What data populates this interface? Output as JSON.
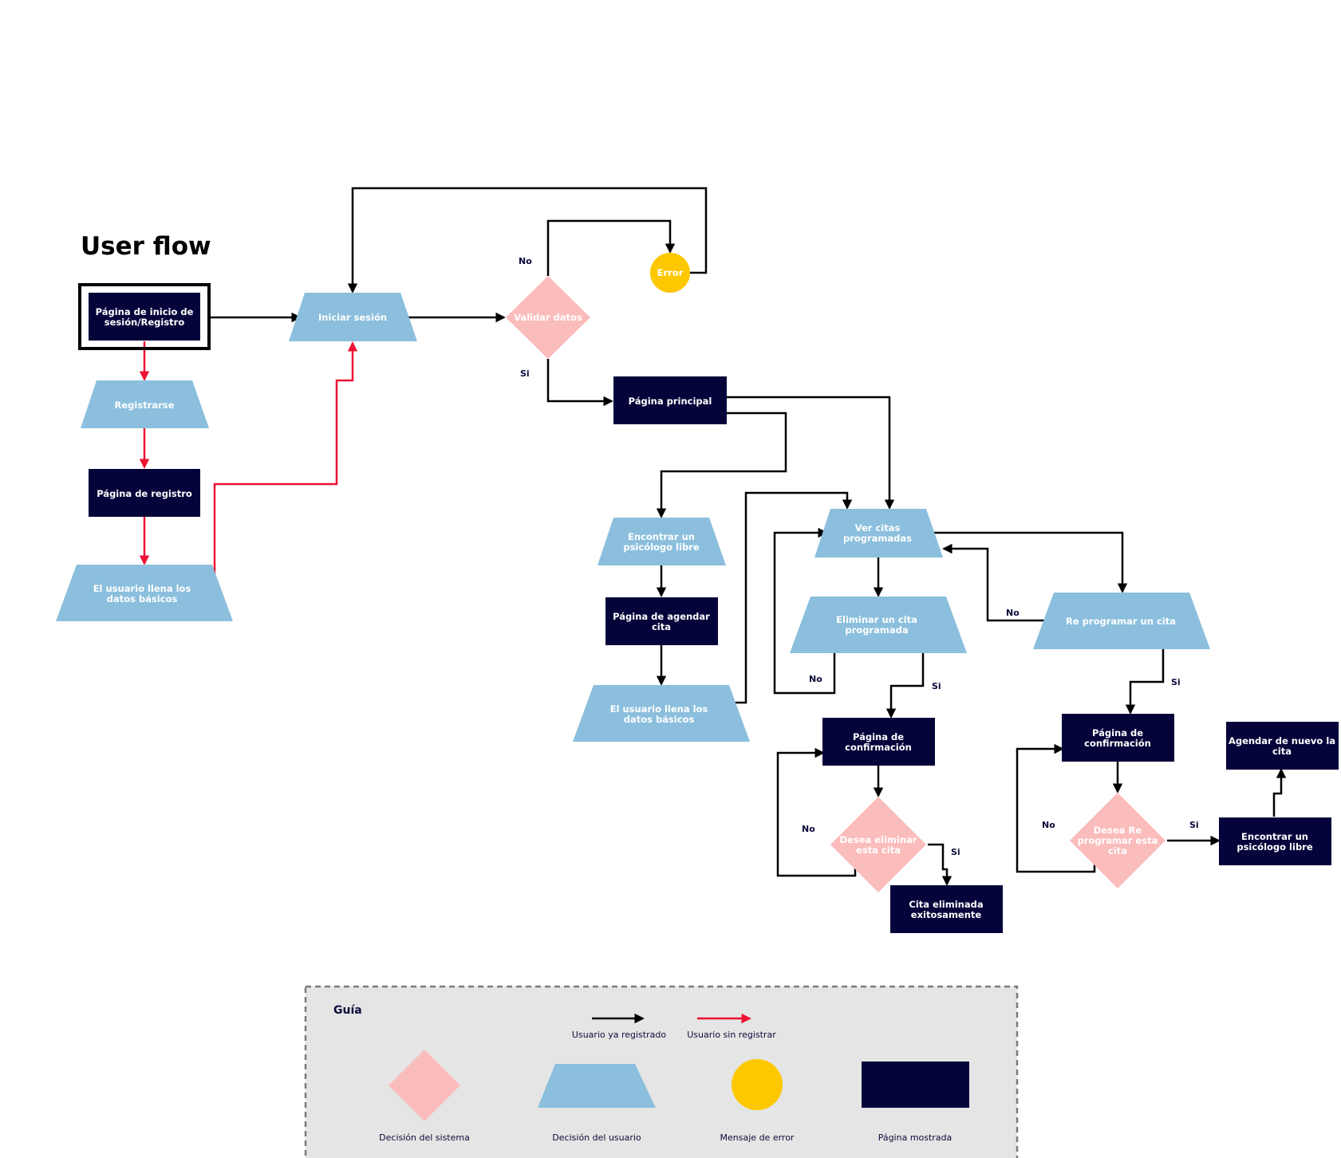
{
  "title": "User flow",
  "colors": {
    "page": "#05043a",
    "user_decision": "#8bbfdd",
    "system_decision": "#fbbcbc",
    "error": "#fdc800",
    "flow_registered": "#000000",
    "flow_unregistered": "#ee1133"
  },
  "nodes": {
    "inicio": [
      "Página de inicio de",
      "sesión/Registro"
    ],
    "registrarse": [
      "Registrarse"
    ],
    "pagina_registro": [
      "Página de registro"
    ],
    "llena_datos_1": [
      "El usuario llena los",
      "datos básicos"
    ],
    "iniciar_sesion": [
      "Iniciar sesión"
    ],
    "validar": [
      "Validar datos"
    ],
    "error": [
      "Error"
    ],
    "principal": [
      "Página principal"
    ],
    "encontrar_1": [
      "Encontrar un",
      "psicólogo libre"
    ],
    "agendar": [
      "Página de agendar",
      "cita"
    ],
    "llena_datos_2": [
      "El usuario llena los",
      "datos básicos"
    ],
    "ver_citas": [
      "Ver citas",
      "programadas"
    ],
    "eliminar": [
      "Eliminar un cita",
      "programada"
    ],
    "reprogramar": [
      "Re programar un cita"
    ],
    "confirm_1": [
      "Página de",
      "confirmación"
    ],
    "confirm_2": [
      "Página de",
      "confirmación"
    ],
    "desea_eliminar": [
      "Desea eliminar",
      "esta cita"
    ],
    "desea_reprogramar": [
      "Desea Re",
      "programar esta",
      "cita"
    ],
    "eliminada": [
      "Cita eliminada",
      "exitosamente"
    ],
    "encontrar_2": [
      "Encontrar un",
      "psicólogo libre"
    ],
    "agendar_nuevo": [
      "Agendar de nuevo la",
      "cita"
    ]
  },
  "edge_labels": {
    "validar_no": "No",
    "validar_si": "Si",
    "eliminar_no": "No",
    "eliminar_si": "Si",
    "reprogramar_no": "No",
    "reprogramar_si": "Si",
    "desea_eliminar_no": "No",
    "desea_eliminar_si": "Si",
    "desea_reprogramar_no": "No",
    "desea_reprogramar_si": "Si"
  },
  "legend": {
    "title": "Guía",
    "registered": "Usuario ya registrado",
    "unregistered": "Usuario sin registrar",
    "system_decision": "Decisión del sistema",
    "user_decision": "Decisión del usuario",
    "error_message": "Mensaje de error",
    "page_shown": "Página mostrada"
  }
}
